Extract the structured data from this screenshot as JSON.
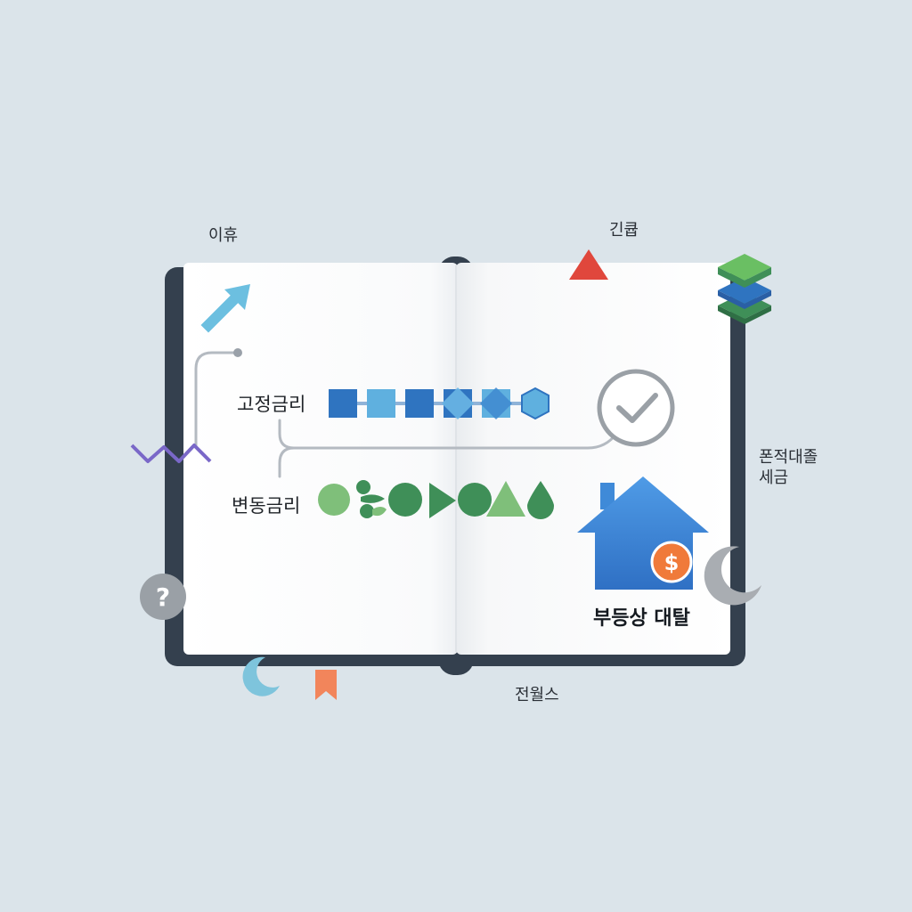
{
  "labels": {
    "top_left": "이휴",
    "top_right": "긴큡",
    "right_side_line1": "폰적대졸",
    "right_side_line2": "세금",
    "bottom": "전월스"
  },
  "rows": {
    "fixed_label": "고정금리",
    "variable_label": "변동금리"
  },
  "house": {
    "label": "부등상 대탈",
    "currency_symbol": "$"
  },
  "help_symbol": "?",
  "colors": {
    "fixed_blue_dark": "#2f74c0",
    "fixed_blue_light": "#5fb0df",
    "variable_green_light": "#7fbf7a",
    "variable_green_dark": "#3f8f58",
    "house_blue": "#3f8ad8",
    "triangle_red": "#e0473c",
    "coin_orange": "#f07a3a",
    "wave_purple": "#7a68c8",
    "arrow_cyan": "#6cbfe0",
    "bookmark_orange": "#f2855b"
  }
}
